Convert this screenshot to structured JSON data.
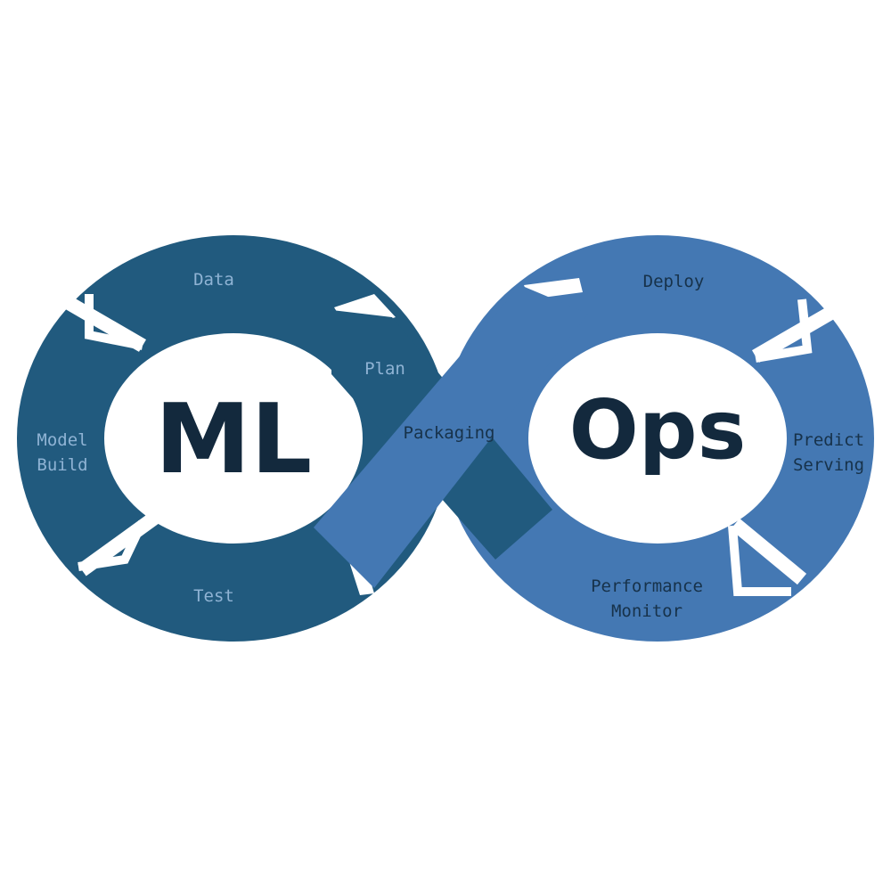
{
  "colors": {
    "left_ring": "#215a7e",
    "right_ring": "#4478b3",
    "background": "#ffffff",
    "center_text": "#13293d",
    "light_label": "#8fb3d4",
    "dark_label": "#17324a"
  },
  "left_loop": {
    "center_word": "ML",
    "segments": {
      "data": "Data",
      "plan": "Plan",
      "model_build_line1": "Model",
      "model_build_line2": "Build",
      "test": "Test"
    }
  },
  "crossing": {
    "packaging": "Packaging"
  },
  "right_loop": {
    "center_word": "Ops",
    "segments": {
      "deploy": "Deploy",
      "predict_serving_line1": "Predict",
      "predict_serving_line2": "Serving",
      "performance_monitor_line1": "Performance",
      "performance_monitor_line2": "Monitor"
    }
  }
}
